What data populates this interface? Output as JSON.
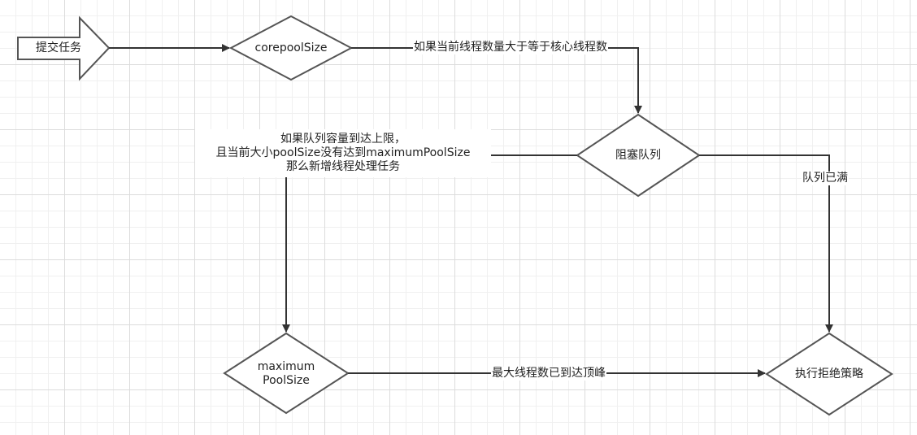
{
  "nodes": {
    "submit": "提交任务",
    "core_pool": "corepoolSize",
    "blocking_queue": "阻塞队列",
    "max_pool_line1": "maximum",
    "max_pool_line2": "PoolSize",
    "reject": "执行拒绝策略"
  },
  "edges": {
    "core_to_queue": "如果当前线程数量大于等于核心线程数",
    "queue_to_max_line1": "如果队列容量到达上限，",
    "queue_to_max_line2": "且当前大小poolSize没有达到maximumPoolSize",
    "queue_to_max_line3": "那么新增线程处理任务",
    "queue_full": "队列已满",
    "max_to_reject": "最大线程数已到达顶峰"
  },
  "colors": {
    "stroke": "#555555",
    "arrow": "#333333",
    "text": "#222222",
    "grid": "#dcdcdc"
  }
}
